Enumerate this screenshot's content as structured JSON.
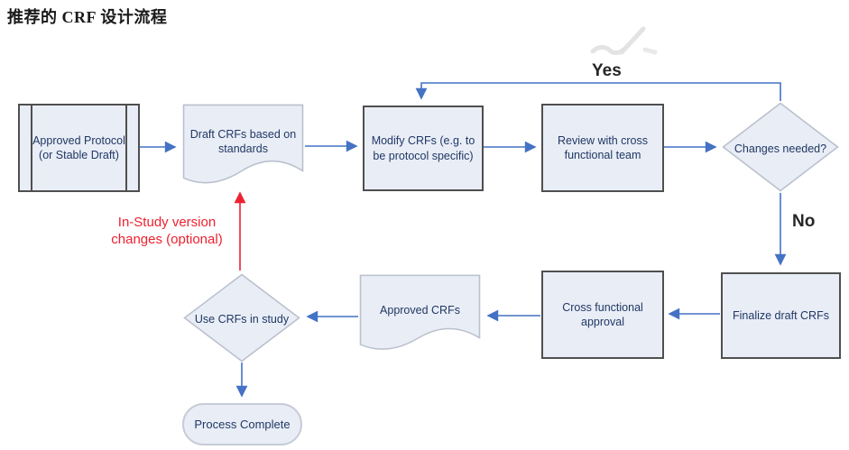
{
  "title": "推荐的 CRF 设计流程",
  "nodes": {
    "approved_protocol": {
      "label": "Approved Protocol (or Stable Draft)",
      "type": "predefined-process"
    },
    "draft_crfs": {
      "label": "Draft CRFs based on standards",
      "type": "document"
    },
    "modify_crfs": {
      "label": "Modify CRFs (e.g. to be protocol specific)",
      "type": "process"
    },
    "review_team": {
      "label": "Review with cross functional team",
      "type": "process"
    },
    "changes_needed": {
      "label": "Changes needed?",
      "type": "decision"
    },
    "finalize_draft": {
      "label": "Finalize draft CRFs",
      "type": "process"
    },
    "cross_functional_approval": {
      "label": "Cross functional approval",
      "type": "process"
    },
    "approved_crfs": {
      "label": "Approved CRFs",
      "type": "document"
    },
    "use_crfs": {
      "label": "Use CRFs in study",
      "type": "decision"
    },
    "process_complete": {
      "label": "Process Complete",
      "type": "terminator"
    }
  },
  "edge_labels": {
    "yes": "Yes",
    "no": "No"
  },
  "annotation": {
    "in_study_note": "In-Study version changes (optional)"
  },
  "colors": {
    "arrow_blue": "#4472c4",
    "annotation_red": "#ee2130",
    "node_fill": "#e9edf6",
    "node_text": "#1f3864",
    "border_dark": "#4f4f4f",
    "border_light": "#bac1cd"
  }
}
